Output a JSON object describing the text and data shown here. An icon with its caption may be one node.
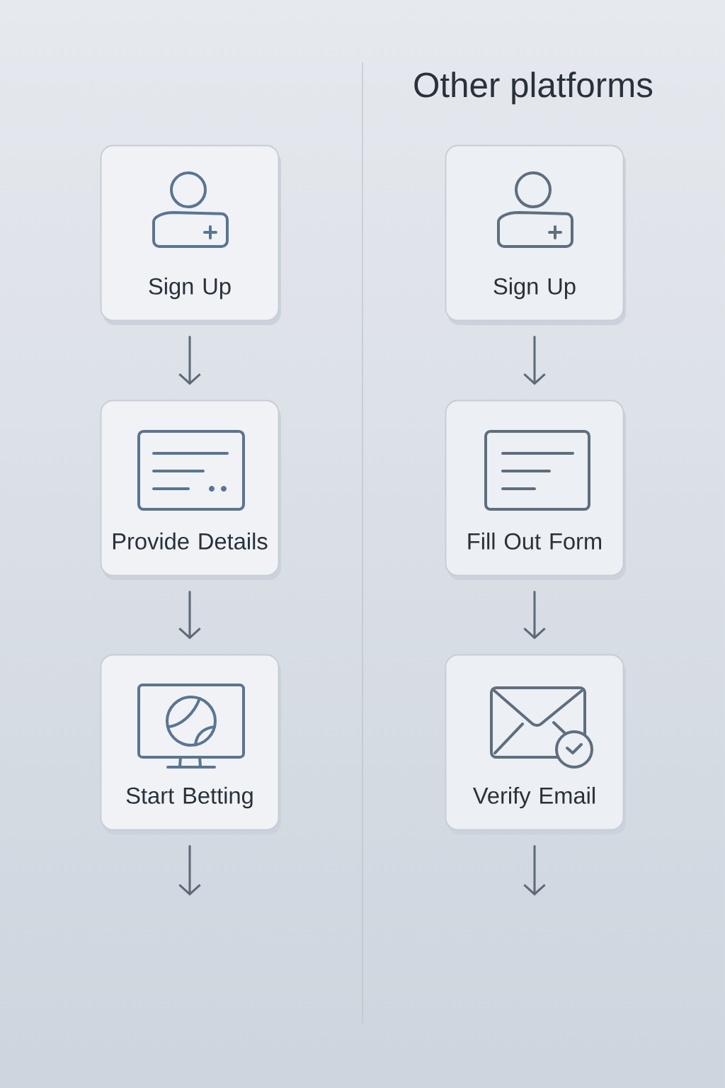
{
  "diagram": {
    "nodes": [
      {
        "text": [
          "Sign Up"
        ]
      },
      {
        "text": [
          "Provide Details"
        ]
      },
      {
        "text": [
          "Start Betting"
        ]
      },
      {
        "text": [
          "Sign Up"
        ]
      },
      {
        "text": [
          "Fill Out Form"
        ]
      },
      {
        "text": [
          "Verify Email"
        ]
      }
    ],
    "edges": [
      {
        "from": 0,
        "to": 1,
        "arrow": "to"
      },
      {
        "from": 1,
        "to": 2,
        "arrow": "to"
      },
      {
        "from": 2,
        "to": null,
        "arrow": "to"
      },
      {
        "from": 3,
        "to": 4,
        "arrow": "to"
      },
      {
        "from": 4,
        "to": 5,
        "arrow": "to"
      },
      {
        "from": 5,
        "to": null,
        "arrow": "to"
      }
    ],
    "labels": [
      "Other platforms"
    ]
  }
}
